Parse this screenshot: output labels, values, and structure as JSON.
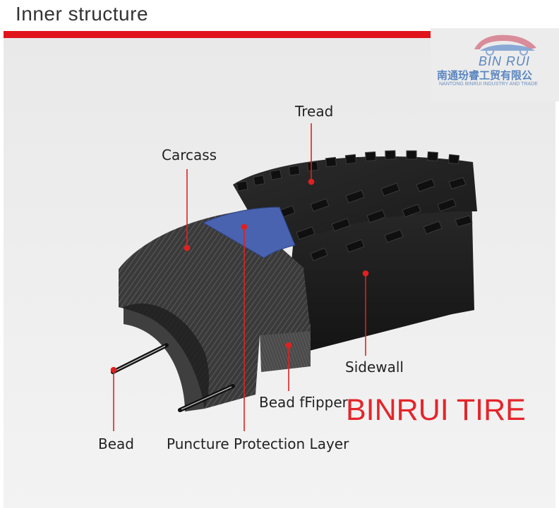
{
  "header": {
    "title": "Inner structure"
  },
  "logo": {
    "brand": "BIN RUI",
    "company_cn": "南通玢睿工贸有限公",
    "company_en": "NANTONG BINRUI INDUSTRY AND TRADE"
  },
  "labels": {
    "tread": "Tread",
    "carcass": "Carcass",
    "sidewall": "Sidewall",
    "bead_flipper": "Bead fFipper",
    "bead": "Bead",
    "puncture_layer": "Puncture Protection Layer"
  },
  "watermark": "BINRUI TIRE",
  "colors": {
    "accent_red": "#e1141c",
    "leader_line": "#e02020",
    "puncture_layer_blue": "#4a63b0",
    "tire_dark": "#1c1c1c"
  }
}
